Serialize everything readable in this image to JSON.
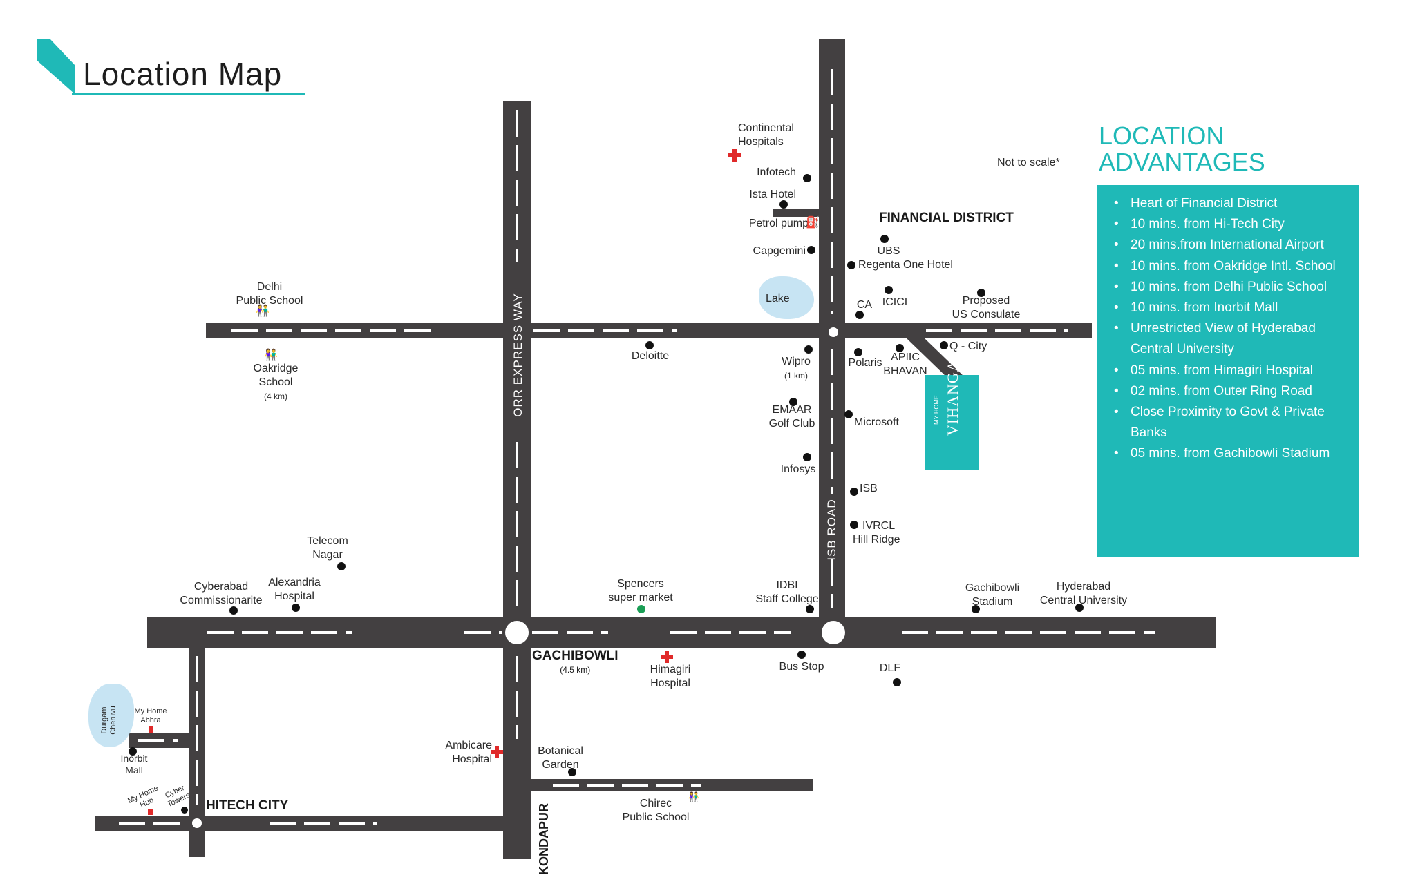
{
  "title": "Location Map",
  "scale_note": "Not to scale*",
  "advantages": {
    "heading_line1": "LOCATION",
    "heading_line2": "ADVANTAGES",
    "items": [
      "Heart of Financial District",
      "10 mins. from Hi-Tech City",
      "20 mins.from International Airport",
      "10 mins. from Oakridge Intl. School",
      "10 mins. from Delhi Public School",
      "10 mins. from Inorbit Mall",
      "Unrestricted View of Hyderabad Central University",
      "05 mins. from Himagiri Hospital",
      "02 mins. from Outer Ring Road",
      "Close Proximity to Govt & Private Banks",
      "05 mins. from Gachibowli Stadium"
    ]
  },
  "roads": {
    "orr": "ORR EXPRESS WAY",
    "isb": "ISB ROAD",
    "kondapur": "KONDAPUR"
  },
  "areas": {
    "financial_district": "FINANCIAL DISTRICT",
    "gachibowli": "GACHIBOWLI",
    "gachibowli_dist": "(4.5 km)",
    "hitech_city": "HITECH CITY"
  },
  "project": {
    "brand": "MY HOME",
    "name": "VIHANGA"
  },
  "places": {
    "continental_1": "Continental",
    "continental_2": "Hospitals",
    "infotech": "Infotech",
    "ista": "Ista Hotel",
    "petrol": "Petrol pump",
    "capgemini": "Capgemini",
    "ubs": "UBS",
    "regenta": "Regenta One  Hotel",
    "lake": "Lake",
    "ca": "CA",
    "icici": "ICICI",
    "consulate_1": "Proposed",
    "consulate_2": "US Consulate",
    "dps_1": "Delhi",
    "dps_2": "Public School",
    "oakridge_1": "Oakridge",
    "oakridge_2": "School",
    "oakridge_3": "(4 km)",
    "deloitte": "Deloitte",
    "wipro_1": "Wipro",
    "wipro_2": "(1 km)",
    "polaris": "Polaris",
    "apiic_1": "APIIC",
    "apiic_2": "BHAVAN",
    "qcity": "Q - City",
    "emaar_1": "EMAAR",
    "emaar_2": "Golf Club",
    "microsoft": "Microsoft",
    "infosys": "Infosys",
    "isb": "ISB",
    "ivrcl_1": "IVRCL",
    "ivrcl_2": "Hill Ridge",
    "telecom_1": "Telecom",
    "telecom_2": "Nagar",
    "cyberabad_1": "Cyberabad",
    "cyberabad_2": "Commissionarite",
    "alexandria_1": "Alexandria",
    "alexandria_2": "Hospital",
    "spencers_1": "Spencers",
    "spencers_2": "super market",
    "idbi_1": "IDBI",
    "idbi_2": "Staff College",
    "stadium_1": "Gachibowli",
    "stadium_2": "Stadium",
    "hcu_1": "Hyderabad",
    "hcu_2": "Central University",
    "himagiri_1": "Himagiri",
    "himagiri_2": "Hospital",
    "busstop": "Bus Stop",
    "dlf": "DLF",
    "ambicare_1": "Ambicare",
    "ambicare_2": "Hospital",
    "botanical_1": "Botanical",
    "botanical_2": "Garden",
    "chirec_1": "Chirec",
    "chirec_2": "Public School",
    "durgam_1": "Durgam",
    "durgam_2": "Cheruvu",
    "abhra_1": "My Home",
    "abhra_2": "Abhra",
    "inorbit_1": "Inorbit",
    "inorbit_2": "Mall",
    "hub_1": "My Home",
    "hub_2": "Hub",
    "cyber_1": "Cyber",
    "cyber_2": "Towers"
  }
}
